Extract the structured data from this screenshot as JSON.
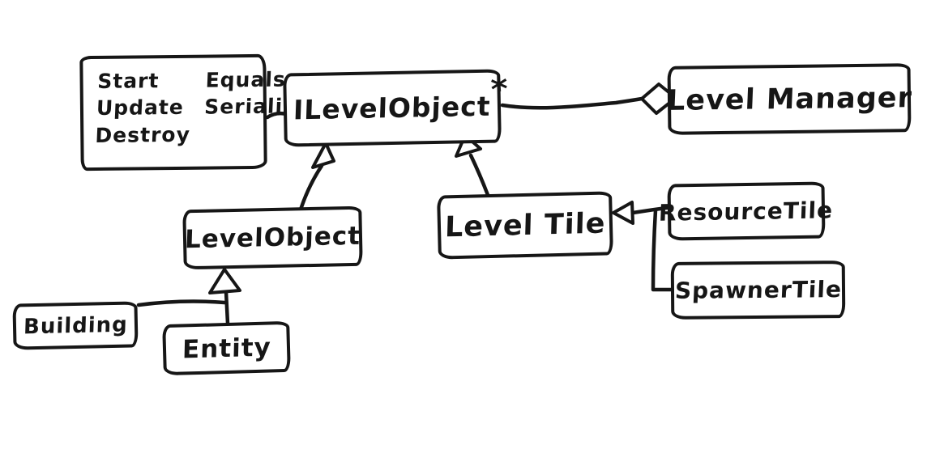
{
  "app": {
    "background": "#ffffff",
    "ink_color": "#161616",
    "style": "hand-drawn-marker"
  },
  "diagram": {
    "type": "uml-class-diagram",
    "nodes": {
      "interface_note": {
        "items": [
          "Start",
          "Equals",
          "Update",
          "Serialize",
          "Destroy"
        ]
      },
      "ilevel_object": {
        "label": "ILevelObject"
      },
      "level_manager": {
        "label": "Level Manager"
      },
      "level_object": {
        "label": "LevelObject"
      },
      "level_tile": {
        "label": "Level Tile"
      },
      "resource_tile": {
        "label": "ResourceTile"
      },
      "spawner_tile": {
        "label": "SpawnerTile"
      },
      "building": {
        "label": "Building"
      },
      "entity": {
        "label": "Entity"
      }
    },
    "relations": {
      "aggregation_multiplicity": "*",
      "edges": [
        {
          "from": "ILevelObject",
          "to": "LevelManager",
          "kind": "aggregation",
          "multiplicity": "*"
        },
        {
          "from": "LevelObject",
          "to": "ILevelObject",
          "kind": "generalization"
        },
        {
          "from": "LevelTile",
          "to": "ILevelObject",
          "kind": "generalization"
        },
        {
          "from": "ResourceTile",
          "to": "LevelTile",
          "kind": "generalization"
        },
        {
          "from": "SpawnerTile",
          "to": "LevelTile",
          "kind": "generalization"
        },
        {
          "from": "Building",
          "to": "LevelObject",
          "kind": "generalization"
        },
        {
          "from": "Entity",
          "to": "LevelObject",
          "kind": "generalization"
        },
        {
          "from": "methods-note",
          "to": "ILevelObject",
          "kind": "note-link"
        }
      ]
    }
  }
}
